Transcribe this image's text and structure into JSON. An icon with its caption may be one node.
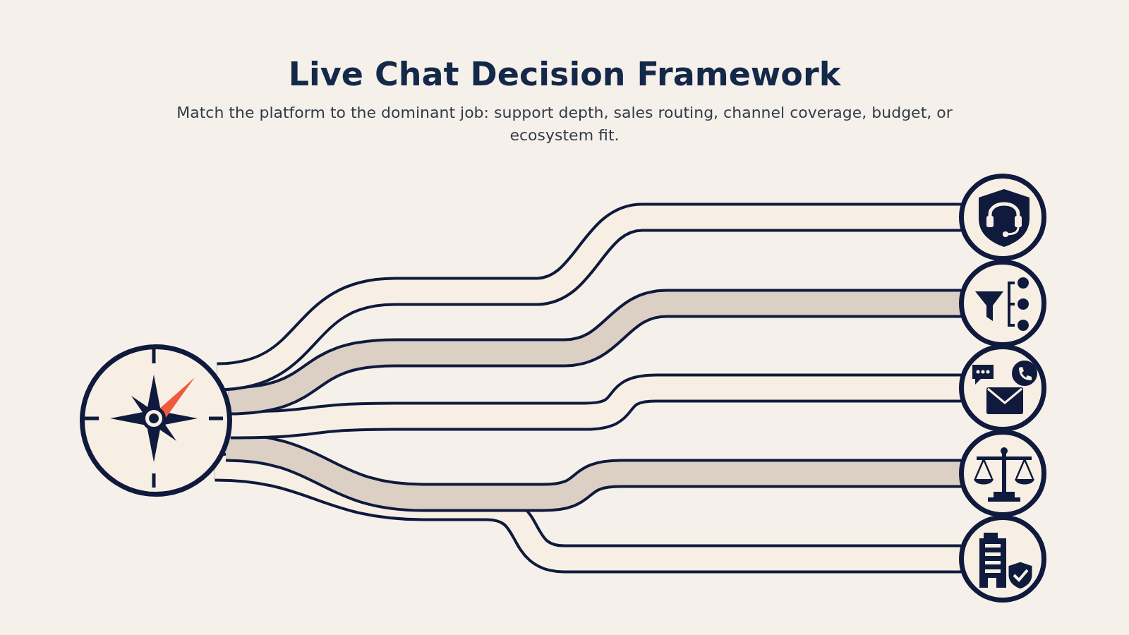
{
  "diagram": {
    "title": "Live Chat Decision Framework",
    "caption": "Match the platform to the dominant job: support depth, sales routing, channel coverage, budget, or ecosystem fit.",
    "nodes": [
      {
        "text": [],
        "shape": "circle"
      },
      {
        "text": [],
        "shape": "circle"
      },
      {
        "text": [],
        "shape": "circle"
      },
      {
        "text": [],
        "shape": "circle"
      },
      {
        "text": [],
        "shape": "circle"
      },
      {
        "text": [],
        "shape": "circle"
      }
    ],
    "edges": [
      {
        "from": 0,
        "to": 1,
        "arrow": "none"
      },
      {
        "from": 0,
        "to": 2,
        "arrow": "none",
        "color": "#dccfc4"
      },
      {
        "from": 0,
        "to": 3,
        "arrow": "none"
      },
      {
        "from": 0,
        "to": 4,
        "arrow": "none",
        "color": "#dccfc4"
      },
      {
        "from": 0,
        "to": 5,
        "arrow": "none"
      }
    ]
  }
}
